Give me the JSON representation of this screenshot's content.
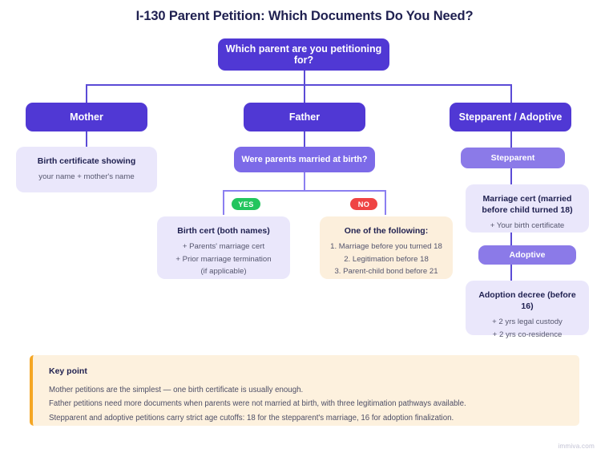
{
  "page": {
    "title": "I-130 Parent Petition: Which Documents Do You Need?",
    "footer": "immiva.com",
    "colors": {
      "primary": "#5038d4",
      "secondary": "#7c6ae8",
      "sub": "#8b7ae8",
      "card_lavender": "#eae7fb",
      "card_amber": "#fcefdc",
      "yes": "#22c55e",
      "no": "#ef4444",
      "accent_bar": "#f5a623",
      "connector": "#5b4bd6",
      "connector_light": "#8b7ff0",
      "background": "#ffffff",
      "title_text": "#1f2050"
    }
  },
  "flow": {
    "root": {
      "label": "Which parent are you petitioning for?"
    },
    "branches": {
      "mother": {
        "label": "Mother",
        "document": {
          "title": "Birth certificate showing",
          "lines": [
            "your name + mother's name"
          ]
        }
      },
      "father": {
        "label": "Father",
        "question": {
          "label": "Were parents married at birth?"
        },
        "yes": {
          "badge": "YES",
          "document": {
            "title": "Birth cert (both names)",
            "lines": [
              "+ Parents' marriage cert",
              "+ Prior marriage termination",
              "(if applicable)"
            ]
          }
        },
        "no": {
          "badge": "NO",
          "document": {
            "title": "One of the following:",
            "lines": [
              "1. Marriage before you turned 18",
              "2. Legitimation before 18",
              "3. Parent-child bond before 21"
            ]
          }
        }
      },
      "stepparent_adoptive": {
        "label": "Stepparent / Adoptive",
        "stepparent": {
          "label": "Stepparent",
          "document": {
            "title_line1": "Marriage cert (married",
            "title_line2": "before child turned 18)",
            "lines": [
              "+ Your birth certificate"
            ]
          }
        },
        "adoptive": {
          "label": "Adoptive",
          "document": {
            "title": "Adoption decree (before 16)",
            "lines": [
              "+ 2 yrs legal custody",
              "+ 2 yrs co-residence"
            ]
          }
        }
      }
    }
  },
  "keypoint": {
    "title": "Key point",
    "lines": [
      "Mother petitions are the simplest — one birth certificate is usually enough.",
      "Father petitions need more documents when parents were not married at birth, with three legitimation pathways available.",
      "Stepparent and adoptive petitions carry strict age cutoffs: 18 for the stepparent's marriage, 16 for adoption finalization."
    ]
  }
}
